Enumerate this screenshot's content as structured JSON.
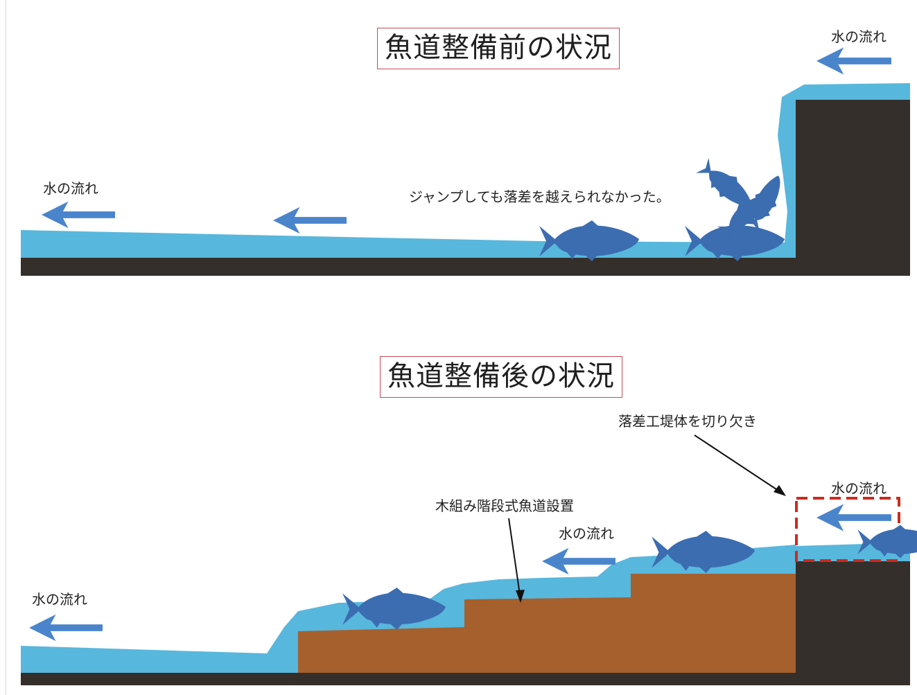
{
  "colors": {
    "water": "#58b7dc",
    "ground": "#352f2b",
    "fishway": "#a5602d",
    "fish": "#3b6db0",
    "arrow": "#4a85cc",
    "title_border": "#c94a5a",
    "cutout": "#cc2b1d"
  },
  "before": {
    "title": "魚道整備前の状況",
    "flow_upstream": "水の流れ",
    "flow_downstream": "水の流れ",
    "jump_caption": "ジャンプしても落差を越えられなかった。"
  },
  "after": {
    "title": "魚道整備後の状況",
    "cutout_label": "落差工堤体を切り欠き",
    "fishway_label": "木組み階段式魚道設置",
    "flow_upstream": "水の流れ",
    "flow_middle": "水の流れ",
    "flow_downstream": "水の流れ"
  }
}
